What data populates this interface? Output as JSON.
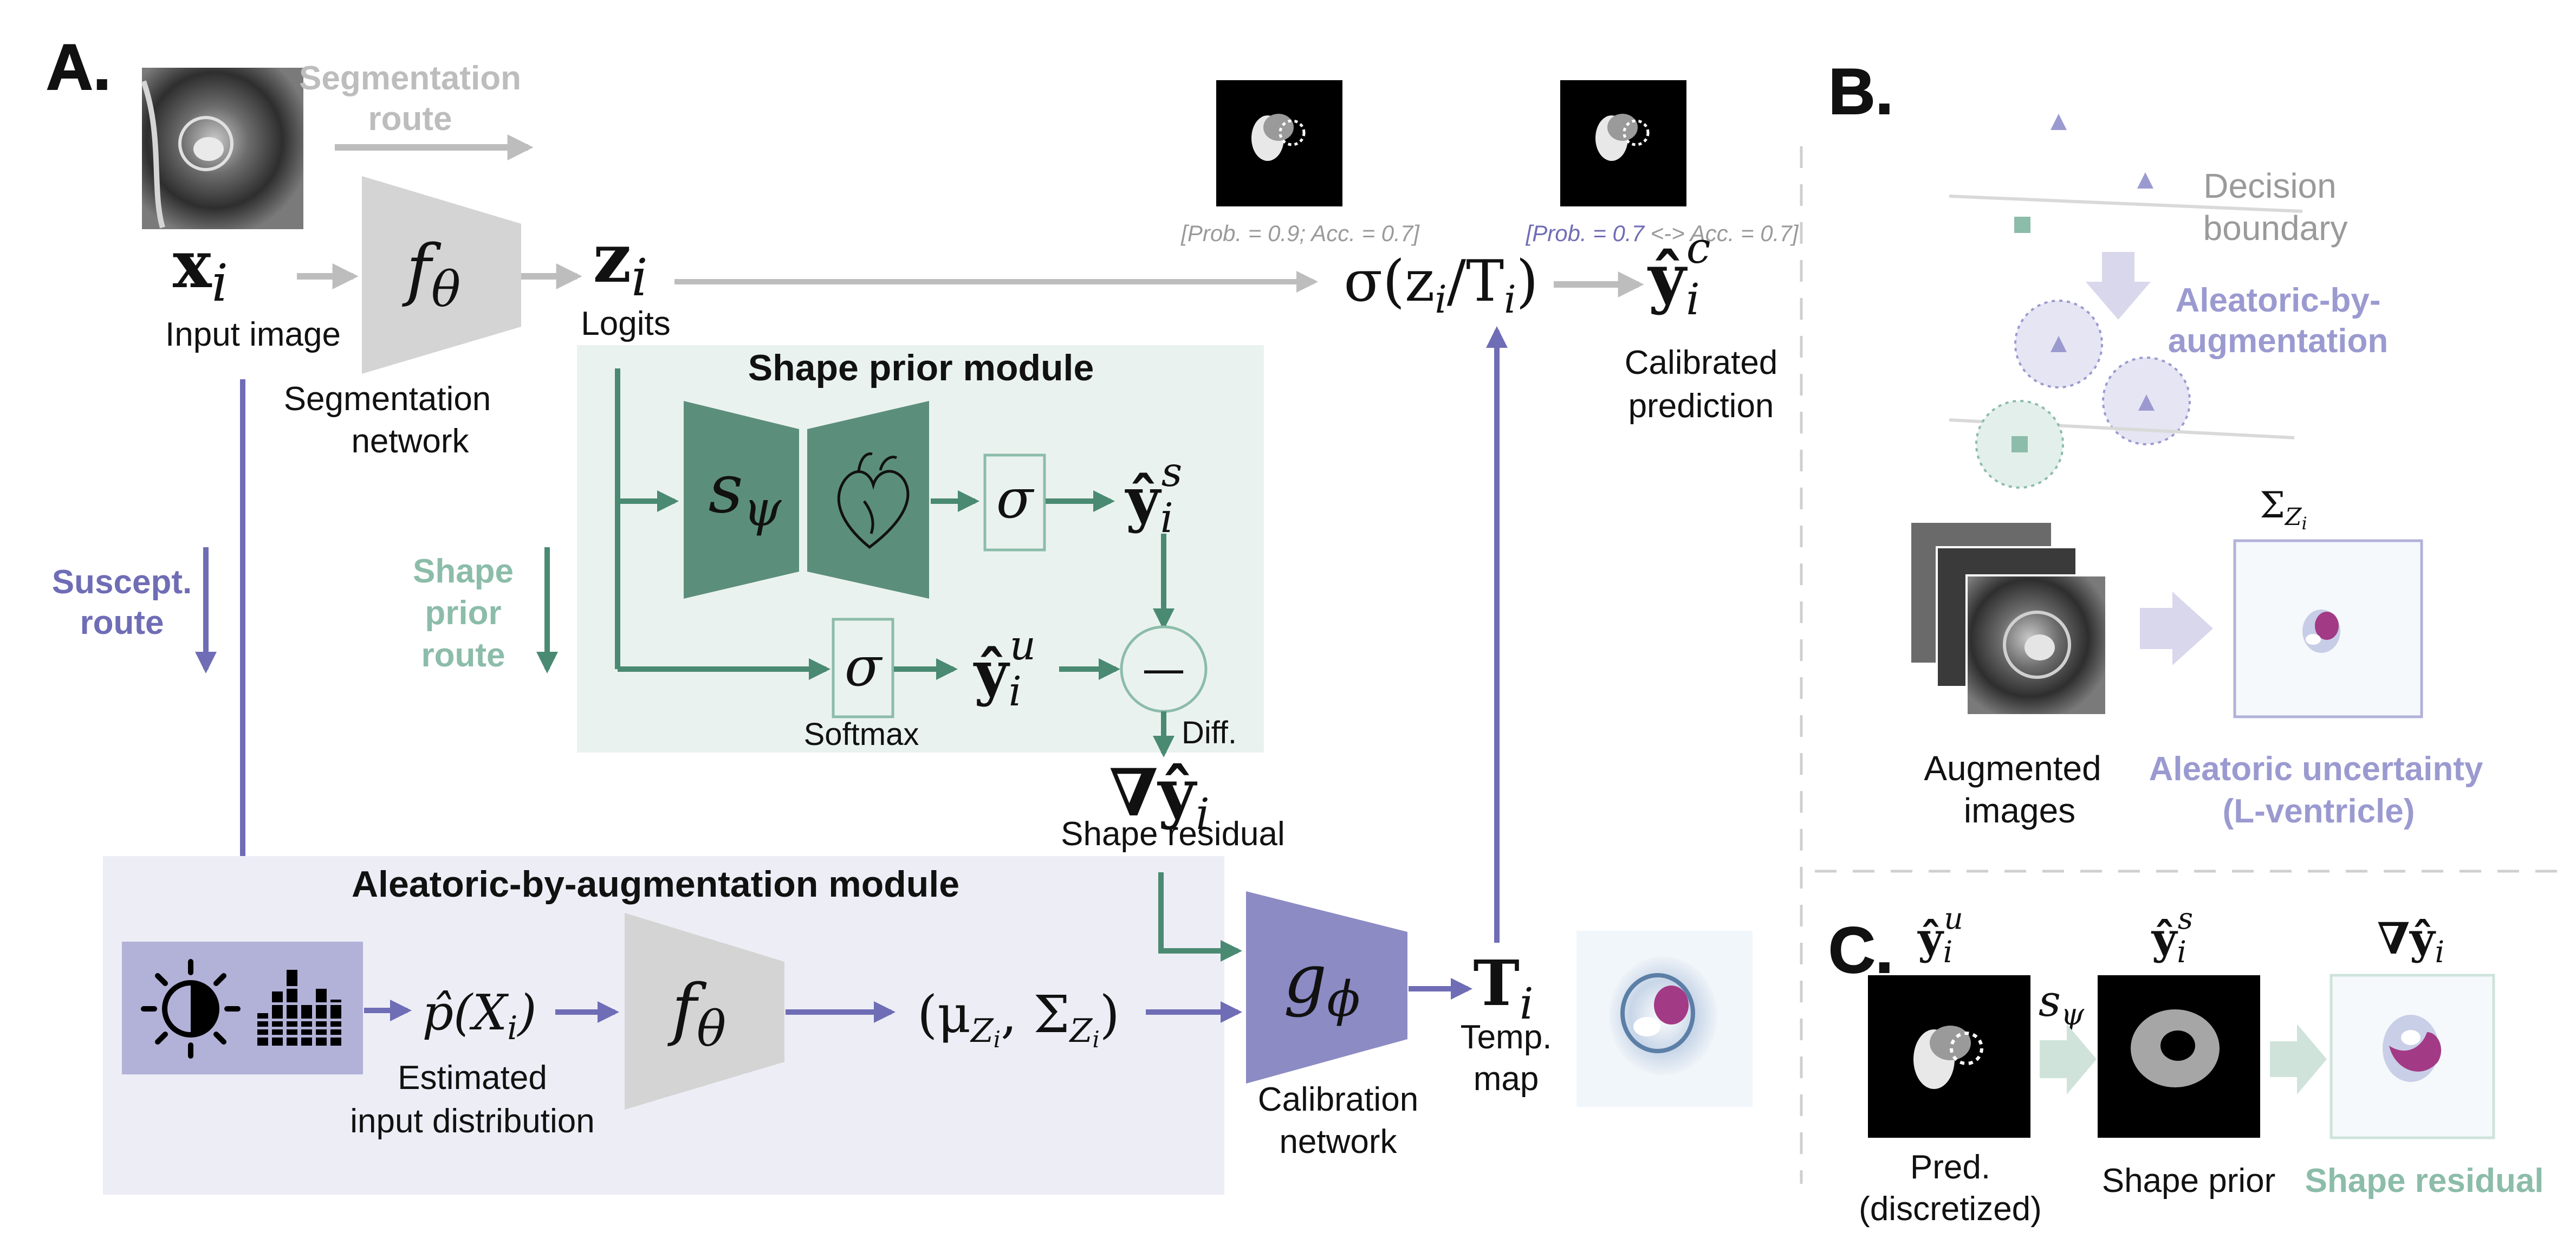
{
  "colors": {
    "purple": "#6f6db5",
    "purple_light": "#9b9ad0",
    "teal": "#4a8a72",
    "teal_light": "#8cbcaa",
    "gray": "#bdbdbd",
    "gray_dark": "#9a9a9a",
    "shape_panel": "#eaf2ef",
    "aleatoric_panel": "#ededf6",
    "aug_box": "#b2b1d8",
    "calib_net": "#8c8bc4",
    "shape_net": "#5c8f7b",
    "magenta": "#a33a86"
  },
  "panel_a": {
    "letter": "A.",
    "segmentation_route": [
      "Segmentation",
      "route"
    ],
    "x_label": "x",
    "x_sub": "i",
    "input_image": "Input image",
    "f_theta": "f",
    "f_theta_sub": "θ",
    "segmentation_network": [
      "Segmentation",
      "network"
    ],
    "z_label": "z",
    "z_sub": "i",
    "logits": "Logits",
    "prob_left": "[Prob. = 0.9;  Acc. = 0.7]",
    "prob_right_a": "[Prob. = 0.7",
    "prob_right_b": " <-> Acc. = 0.7]",
    "sigma_expr": "σ(z",
    "sigma_expr_mid": "/T",
    "sigma_expr_end": ")",
    "sub_i": "i",
    "yhat": "ŷ",
    "sup_c": "c",
    "sup_s": "s",
    "sup_u": "u",
    "calibrated_prediction": [
      "Calibrated",
      "prediction"
    ],
    "shape_prior_module": "Shape prior module",
    "s_psi": "s",
    "s_psi_sub": "ψ",
    "sigma": "σ",
    "softmax": "Softmax",
    "diff": "Diff.",
    "minus": "—",
    "nabla_y": "∇ŷ",
    "shape_residual": "Shape residual",
    "shape_prior_route": [
      "Shape",
      "prior",
      "route"
    ],
    "suscept_route": [
      "Suscept.",
      "route"
    ],
    "aleatoric_module": "Aleatoric-by-augmentation module",
    "p_hat": "p̂(X",
    "p_hat_end": ")",
    "estimated_distribution": [
      "Estimated",
      "input distribution"
    ],
    "mu_sigma": "(μ",
    "mu_sigma_mid": ", Σ",
    "mu_sigma_end": ")",
    "sub_zi": "Z",
    "g_phi": "g",
    "g_phi_sub": "ϕ",
    "calibration_network": [
      "Calibration",
      "network"
    ],
    "t_label": "T",
    "t_sub": "i",
    "temp_map": [
      "Temp.",
      "map"
    ]
  },
  "panel_b": {
    "letter": "B.",
    "decision_boundary": [
      "Decision",
      "boundary"
    ],
    "aleatoric_by_augmentation": [
      "Aleatoric-by-",
      "augmentation"
    ],
    "sigma_z": "Σ",
    "sigma_z_sub": "Z",
    "sigma_z_subsub": "i",
    "augmented_images": [
      "Augmented",
      "images"
    ],
    "aleatoric_uncertainty": [
      "Aleatoric uncertainty",
      "(L-ventricle)"
    ]
  },
  "panel_c": {
    "letter": "C.",
    "yhat": "ŷ",
    "sup_u": "u",
    "sup_s": "s",
    "sub_i": "i",
    "nabla_y": "∇ŷ",
    "s_psi": "s",
    "s_psi_sub": "ψ",
    "pred_discretized": [
      "Pred.",
      "(discretized)"
    ],
    "shape_prior": "Shape prior",
    "shape_residual": "Shape residual"
  }
}
